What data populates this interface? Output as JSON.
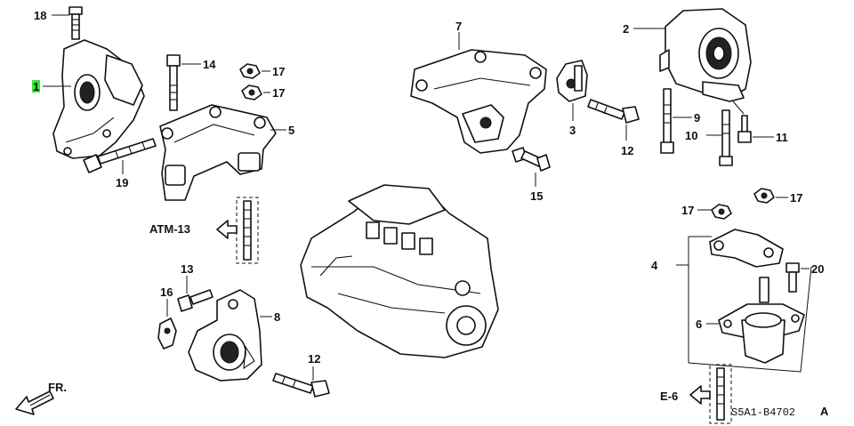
{
  "diagram": {
    "part_labels": {
      "p1": "1",
      "p2": "2",
      "p3": "3",
      "p4": "4",
      "p5": "5",
      "p6": "6",
      "p7": "7",
      "p8": "8",
      "p9": "9",
      "p10": "10",
      "p11": "11",
      "p12a": "12",
      "p12b": "12",
      "p13": "13",
      "p14": "14",
      "p15": "15",
      "p16": "16",
      "p17a": "17",
      "p17b": "17",
      "p17c": "17",
      "p17d": "17",
      "p18": "18",
      "p19": "19",
      "p20": "20"
    },
    "references": {
      "atm": "ATM-13",
      "e6": "E-6"
    },
    "direction_label": "FR.",
    "diagram_code": "S5A1-B4702",
    "diagram_code_suffix": "A",
    "highlight_color": "#39e639"
  }
}
